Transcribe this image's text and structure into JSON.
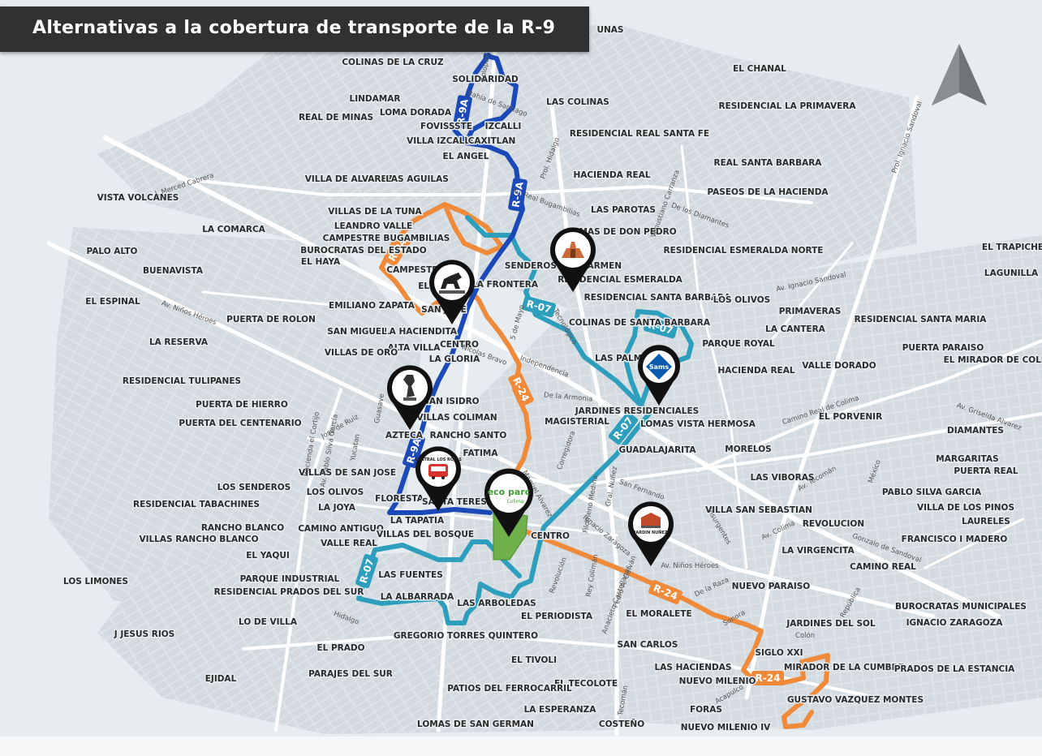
{
  "title": "Alternativas a la cobertura de transporte de la R-9",
  "colors": {
    "r9a": "#1c49b8",
    "r07": "#2d9fbd",
    "r24": "#ef8a3a",
    "water_bg": "#e6ecef",
    "street": "#ffffff",
    "block": "#d9e0e4",
    "title_bg": "#2f3133"
  },
  "route_labels": {
    "r9a_1": "R-9A",
    "r9a_2": "R-9A",
    "r9a_3": "R-9A",
    "r07_1": "R-07",
    "r07_2": "R-07",
    "r07_3": "R-07",
    "r07_4": "R-07",
    "r24_1": "R-24",
    "r24_2": "R-24",
    "r24_3": "R-24",
    "r24_4": "R-24"
  },
  "markers": [
    {
      "name": "pyramid",
      "icon": "pyramid-icon"
    },
    {
      "name": "bull",
      "icon": "bull-statue-icon"
    },
    {
      "name": "sams",
      "icon": "sams-club-icon",
      "text": "Sams"
    },
    {
      "name": "statue",
      "icon": "statue-icon"
    },
    {
      "name": "central",
      "icon": "bus-station-icon",
      "text": "CENTRAL LOS ROJOS"
    },
    {
      "name": "ecoparc",
      "icon": "ecoparc-icon",
      "text": "eco parc",
      "sub": "Colima"
    },
    {
      "name": "jardin",
      "icon": "garden-icon",
      "text": "JARDIN NUÑEZ"
    }
  ],
  "neighborhoods": [
    "SOLIDARIDAD",
    "COLINAS DE LA CRUZ",
    "UNAS",
    "LINDAMAR",
    "LAS COLINAS",
    "EL CHANAL",
    "RESIDENCIAL LA PRIMAVERA",
    "REAL DE MINAS",
    "LOMA DORADA",
    "FOVISSSTE",
    "IZCALLI",
    "VILLA IZCALLI",
    "CAXITLAN",
    "RESIDENCIAL REAL SANTA FE",
    "EL ANGEL",
    "REAL SANTA BARBARA",
    "HACIENDA REAL",
    "VILLA DE ALVAREZ",
    "LAS AGUILAS",
    "PASEOS DE LA HACIENDA",
    "VISTA VOLCANES",
    "VILLAS DE LA TUNA",
    "LAS PAROTAS",
    "LEANDRO VALLE",
    "LA COMARCA",
    "CAMPESTRE BUGAMBILIAS",
    "LOMAS DE DON PEDRO",
    "BUROCRATAS DEL ESTADO",
    "PALO ALTO",
    "EL HAYA",
    "RESIDENCIAL ESMERALDA NORTE",
    "EL TRAPICHE",
    "SENDEROS DEL CARMEN",
    "CAMPESTRE",
    "BUENAVISTA",
    "LAGUNILLA",
    "EL JA",
    "LA FRONTERA",
    "RESIDENCIAL ESMERALDA",
    "EL ESPINAL",
    "EMILIANO ZAPATA",
    "SAN JOSE",
    "RESIDENCIAL SANTA BARBARA",
    "LOS OLIVOS",
    "PRIMAVERAS",
    "PUERTA DE ROLON",
    "RESIDENCIAL SANTA MARIA",
    "COLINAS DE SANTA BARBARA",
    "LA CANTERA",
    "LA HACIENDITA",
    "SAN MIGUEL",
    "LA RESERVA",
    "ALTA VILLA",
    "CENTRO",
    "PARQUE ROYAL",
    "PUERTA PARAISO",
    "VILLAS DE ORO",
    "LAS PALMAS",
    "HACIENDA REAL",
    "VALLE DORADO",
    "EL MIRADOR DE COLIMA",
    "LA GLORIA",
    "RESIDENCIAL TULIPANES",
    "SAN ISIDRO",
    "PUERTA DE HIERRO",
    "JARDINES RESIDENCIALES",
    "VILLAS COLIMAN",
    "MAGISTERIAL",
    "LOMAS VISTA HERMOSA",
    "EL PORVENIR",
    "PUERTA DEL CENTENARIO",
    "AZTECA",
    "RANCHO SANTO",
    "DIAMANTES",
    "FATIMA",
    "GUADALAJARITA",
    "MORELOS",
    "MARGARITAS",
    "VILLAS DE SAN JOSE",
    "PUERTA REAL",
    "LAS VIBORAS",
    "LOS SENDEROS",
    "LOS OLIVOS",
    "PABLO SILVA GARCIA",
    "FLORESTA",
    "SANTA TERESA",
    "RESIDENCIAL TABACHINES",
    "LA JOYA",
    "VILLA SAN SEBASTIAN",
    "VILLA DE LOS PINOS",
    "LA TAPATIA",
    "LAURELES",
    "RANCHO BLANCO",
    "CAMINO ANTIGUO",
    "CENTRO",
    "REVOLUCION",
    "VILLAS RANCHO BLANCO",
    "VILLAS DEL BOSQUE",
    "FRANCISCO I MADERO",
    "VALLE REAL",
    "LA VIRGENCITA",
    "EL YAQUI",
    "CAMINO REAL",
    "PARQUE INDUSTRIAL",
    "LAS FUENTES",
    "LOS LIMONES",
    "NUEVO PARAISO",
    "RESIDENCIAL PRADOS DEL SUR",
    "LA ALBARRADA",
    "LAS ARBOLEDAS",
    "BUROCRATAS MUNICIPALES",
    "LO DE VILLA",
    "EL PERIODISTA",
    "EL MORALETE",
    "JARDINES DEL SOL",
    "IGNACIO ZARAGOZA",
    "J JESUS RIOS",
    "GREGORIO TORRES QUINTERO",
    "SAN CARLOS",
    "EL PRADO",
    "SIGLO XXI",
    "EL TIVOLI",
    "LAS HACIENDAS",
    "MIRADOR DE LA CUMBRE",
    "PRADOS DE LA ESTANCIA",
    "PARAJES DEL SUR",
    "EJIDAL",
    "EL TECOLOTE",
    "NUEVO MILENIO",
    "GUSTAVO VAZQUEZ MONTES",
    "PATIOS DEL FERROCARRIL",
    "LA ESPERANZA",
    "FORAS",
    "LOMAS DE SAN GERMAN",
    "COSTEÑO",
    "NUEVO MILENIO IV"
  ],
  "streets": [
    "Xolopan",
    "Bahía de Santiago",
    "Prol. Hidalgo",
    "Av. Real Bugambilias",
    "J. Merced Cabrera",
    "Venustiano Carranza",
    "De los Diamantes",
    "Prol. Ignacio Sandoval",
    "Av. Niños Héroes",
    "Av. Ignacio Sandoval",
    "5 de Mayo",
    "Nicolas Bravo",
    "Independencia",
    "Tecnológico",
    "De la Armonia",
    "José de Ruiz",
    "Hacienda el Cortijo",
    "Av. Pablo Silva García",
    "Yucatan",
    "Guasave",
    "Camino Real de Colima",
    "Av. Griselda Alvarez",
    "Corregidora",
    "Manuel Alvarez",
    "Filomeno Medina",
    "Gral. Nuñez",
    "San Fernando",
    "Av. Tecomán",
    "México",
    "Gonzalo de Sandoval",
    "Ignacio Zaragoza",
    "Av. Colima",
    "Insurgentes",
    "De la Raza",
    "Revolución",
    "Rey Colimán",
    "Pedro A. Galván",
    "Anacleto Castellanos",
    "Sonora",
    "Colón",
    "República",
    "Hidalgo",
    "Tecomán",
    "Acapulco",
    "Av. Niños Héroes"
  ]
}
